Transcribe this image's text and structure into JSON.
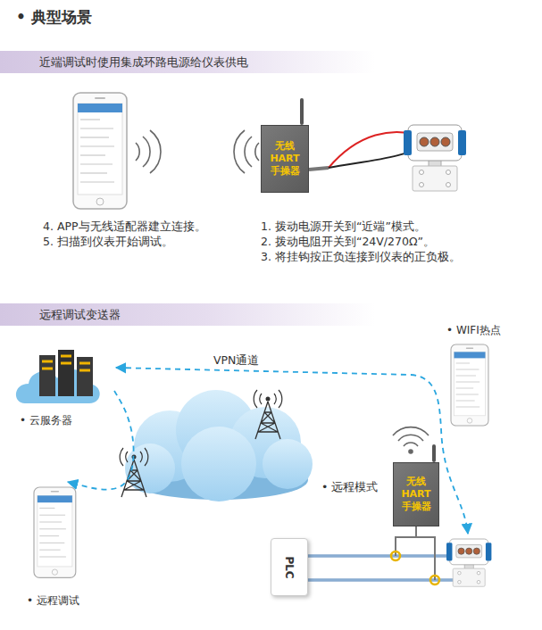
{
  "diagram": {
    "title": "• 典型场景",
    "nodes": [
      {
        "text": [
          "近端调试时使用集成环路电源给仪表供电"
        ]
      },
      {
        "text": [
          "无线 HART 手操器"
        ]
      },
      {
        "text": [
          "远程调试变送器"
        ]
      },
      {
        "text": [
          "• 云服务器"
        ]
      },
      {
        "text": [
          "• WIFI热点"
        ]
      },
      {
        "text": [
          "• 远程调试"
        ]
      },
      {
        "text": [
          "无线 HART 手操器"
        ]
      },
      {
        "text": [
          "PLC"
        ]
      }
    ],
    "edges": [
      {
        "from": 3,
        "to": 5,
        "arrow": "to"
      }
    ],
    "labels": [
      "4. APP与无线适配器建立连接。",
      "5. 扫描到仪表开始调试。",
      "1. 拨动电源开关到“近端”模式。",
      "2. 拨动电阻开关到“24V/270Ω”。",
      "3. 将挂钩按正负连接到仪表的正负极。",
      "VPN通道",
      "• 远程模式"
    ]
  }
}
